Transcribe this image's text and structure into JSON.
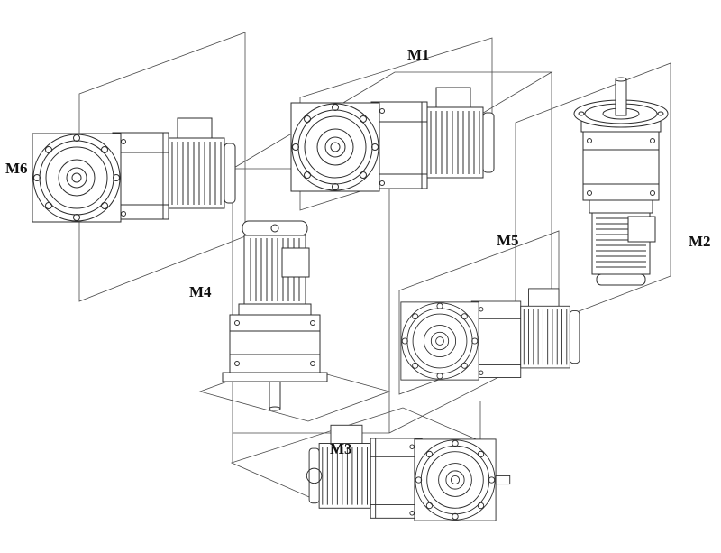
{
  "figure": {
    "background_color": "#ffffff",
    "line_color": "#2c2c2c",
    "label_color": "#111111",
    "labels": {
      "m1": "M1",
      "m2": "M2",
      "m3": "M3",
      "m4": "M4",
      "m5": "M5",
      "m6": "M6"
    }
  }
}
